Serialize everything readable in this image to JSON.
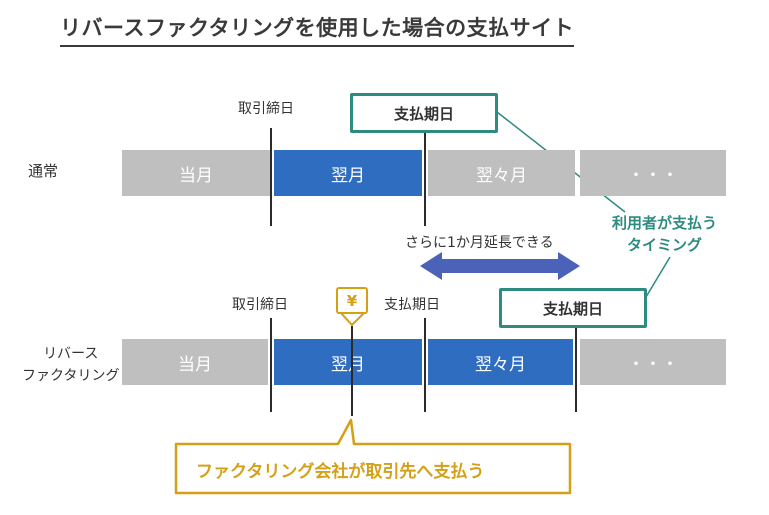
{
  "title": "リバースファクタリングを使用した場合の支払サイト",
  "rows": {
    "normal": {
      "label": "通常",
      "closing_label": "取引締日",
      "payment_label": "支払期日",
      "blocks": [
        "当月",
        "翌月",
        "翌々月",
        "・・・"
      ]
    },
    "reverse": {
      "label_line1": "リバース",
      "label_line2": "ファクタリング",
      "closing_label": "取引締日",
      "payment_label": "支払期日",
      "payment_box": "支払期日",
      "blocks": [
        "当月",
        "翌月",
        "翌々月",
        "・・・"
      ]
    }
  },
  "extension_note": "さらに1か月延長できる",
  "user_timing": {
    "line1": "利用者が支払う",
    "line2": "タイミング"
  },
  "yen_symbol": "¥",
  "factoring_callout": "ファクタリング会社が取引先へ支払う",
  "colors": {
    "gray": "#bfbfbf",
    "blue": "#2f6dc0",
    "teal": "#2e8b80",
    "gold": "#d4a017",
    "arrow": "#4a63b8"
  }
}
